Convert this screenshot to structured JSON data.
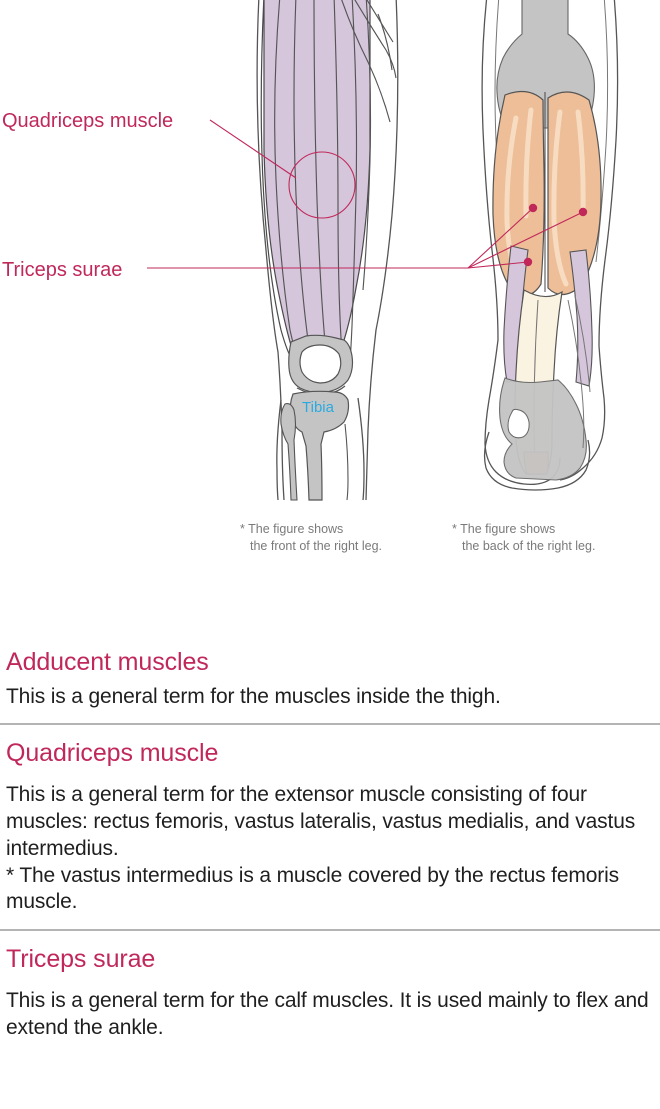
{
  "figure": {
    "labels": [
      {
        "id": "quadriceps",
        "text": "Quadriceps muscle"
      },
      {
        "id": "triceps",
        "text": "Triceps surae"
      },
      {
        "id": "tibia",
        "text": "Tibia"
      }
    ],
    "captions": {
      "left_line1": "* The figure shows",
      "left_line2": "the front of the right leg.",
      "right_line1": "* The figure shows",
      "right_line2": "the back of the right leg."
    },
    "colors": {
      "label": "#C1285A",
      "tibia_label": "#29ABE2",
      "caption": "#7a7a7a",
      "thigh_muscle": "#D5C6DC",
      "calf_muscle": "#EDBE97",
      "calf_muscle_light": "#F4D5B8",
      "bone": "#C4C4C4",
      "tendon": "#FBF3E2",
      "outline": "#444444"
    }
  },
  "sections": [
    {
      "id": "adducent",
      "heading": "Adducent muscles",
      "body": "This is a general term for the muscles inside the thigh."
    },
    {
      "id": "quadriceps",
      "heading": "Quadriceps muscle",
      "body": "This is a general term for the extensor muscle consisting of four muscles: rectus femoris, vastus lateralis, vastus medialis, and vastus intermedius.\n* The vastus intermedius is a muscle covered by the rectus femoris muscle."
    },
    {
      "id": "triceps-surae",
      "heading": "Triceps surae",
      "body": "This is a general term for the calf muscles. It is used mainly to flex and extend the ankle."
    }
  ]
}
